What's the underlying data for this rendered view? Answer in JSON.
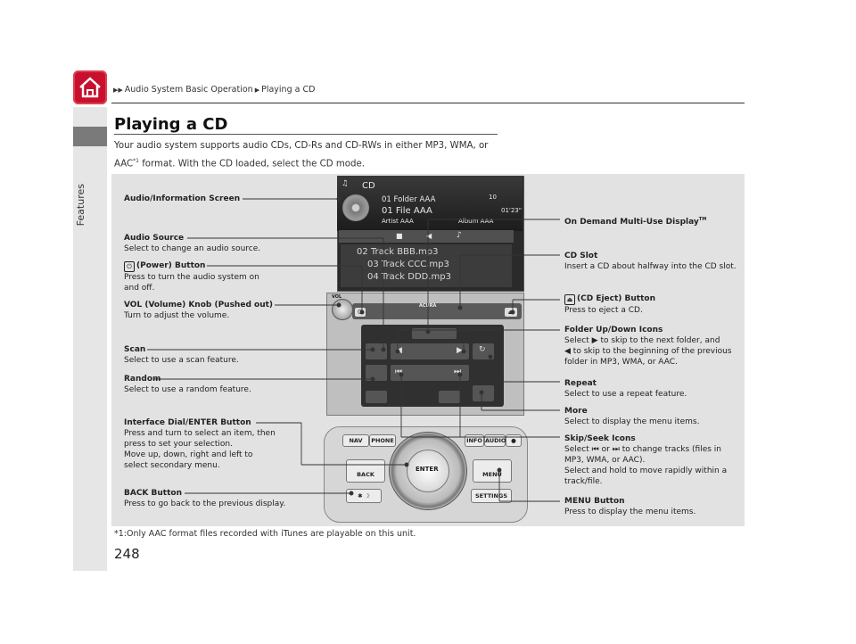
{
  "breadcrumb": {
    "parent": "Audio System Basic Operation",
    "current": "Playing a CD"
  },
  "side_label": "Features",
  "title": "Playing a CD",
  "intro": {
    "part1": "Your audio system supports audio CDs, CD-Rs and CD-RWs in either MP3, WMA, or AAC",
    "sup": "*1",
    "part2": " format. With the CD loaded, select the CD mode."
  },
  "footnote": "*1:Only AAC format files recorded with iTunes are playable on this unit.",
  "page_number": "248",
  "screen": {
    "title": "CD",
    "folder": "01 Folder AAA",
    "file": "01 File AAA",
    "artist": "Artist AAA",
    "album": "Album AAA",
    "track_no": "10",
    "time": "01'23\"",
    "tracks": [
      "02 Track BBB.mp3",
      "03 Track CCC.mp3",
      "04 Track DDD.mp3"
    ]
  },
  "unit": {
    "vol": "VOL",
    "brand": "ACURA"
  },
  "console": {
    "nav": "NAV",
    "phone": "PHONE",
    "info": "INFO",
    "audio": "AUDIO",
    "back": "BACK",
    "enter": "ENTER",
    "menu": "MENU",
    "settings": "SETTINGS"
  },
  "left_labels": {
    "audio_info": {
      "title": "Audio/Information Screen"
    },
    "audio_source": {
      "title": "Audio Source",
      "desc": "Select to change an audio source."
    },
    "power": {
      "title": "(Power) Button",
      "desc": "Press to turn the audio system on and off."
    },
    "vol": {
      "title": "VOL (Volume) Knob (Pushed out)",
      "desc": "Turn to adjust the volume."
    },
    "scan": {
      "title": "Scan",
      "desc": "Select to use a scan feature."
    },
    "random": {
      "title": "Random",
      "desc": "Select to use a random feature."
    },
    "interface": {
      "title": "Interface Dial/ENTER Button",
      "desc1": "Press and turn to select an item, then press to set your selection.",
      "desc2": "Move up, down, right and left to select secondary menu."
    },
    "back": {
      "title": "BACK Button",
      "desc": "Press to go back to the previous display."
    }
  },
  "right_labels": {
    "on_demand": {
      "title": "On Demand Multi-Use Display",
      "tm": "TM"
    },
    "cd_slot": {
      "title": "CD Slot",
      "desc": "Insert a CD about halfway into the CD slot."
    },
    "eject": {
      "title": "(CD Eject) Button",
      "desc": "Press to eject a CD."
    },
    "folder": {
      "title": "Folder Up/Down Icons",
      "d1": "Select",
      "d2": "to skip to the next folder, and",
      "d3": "to skip to the beginning of the previous folder in MP3, WMA, or AAC."
    },
    "repeat": {
      "title": "Repeat",
      "desc": "Select to use a repeat feature."
    },
    "more": {
      "title": "More",
      "desc": "Select to display the menu items."
    },
    "skip": {
      "title": "Skip/Seek Icons",
      "d1": "Select",
      "d_or": "or",
      "d2": "to change tracks (files in MP3, WMA, or AAC).",
      "d3": "Select and hold to move rapidly within a track/file."
    },
    "menu_btn": {
      "title": "MENU Button",
      "desc": "Press to display the menu items."
    }
  }
}
